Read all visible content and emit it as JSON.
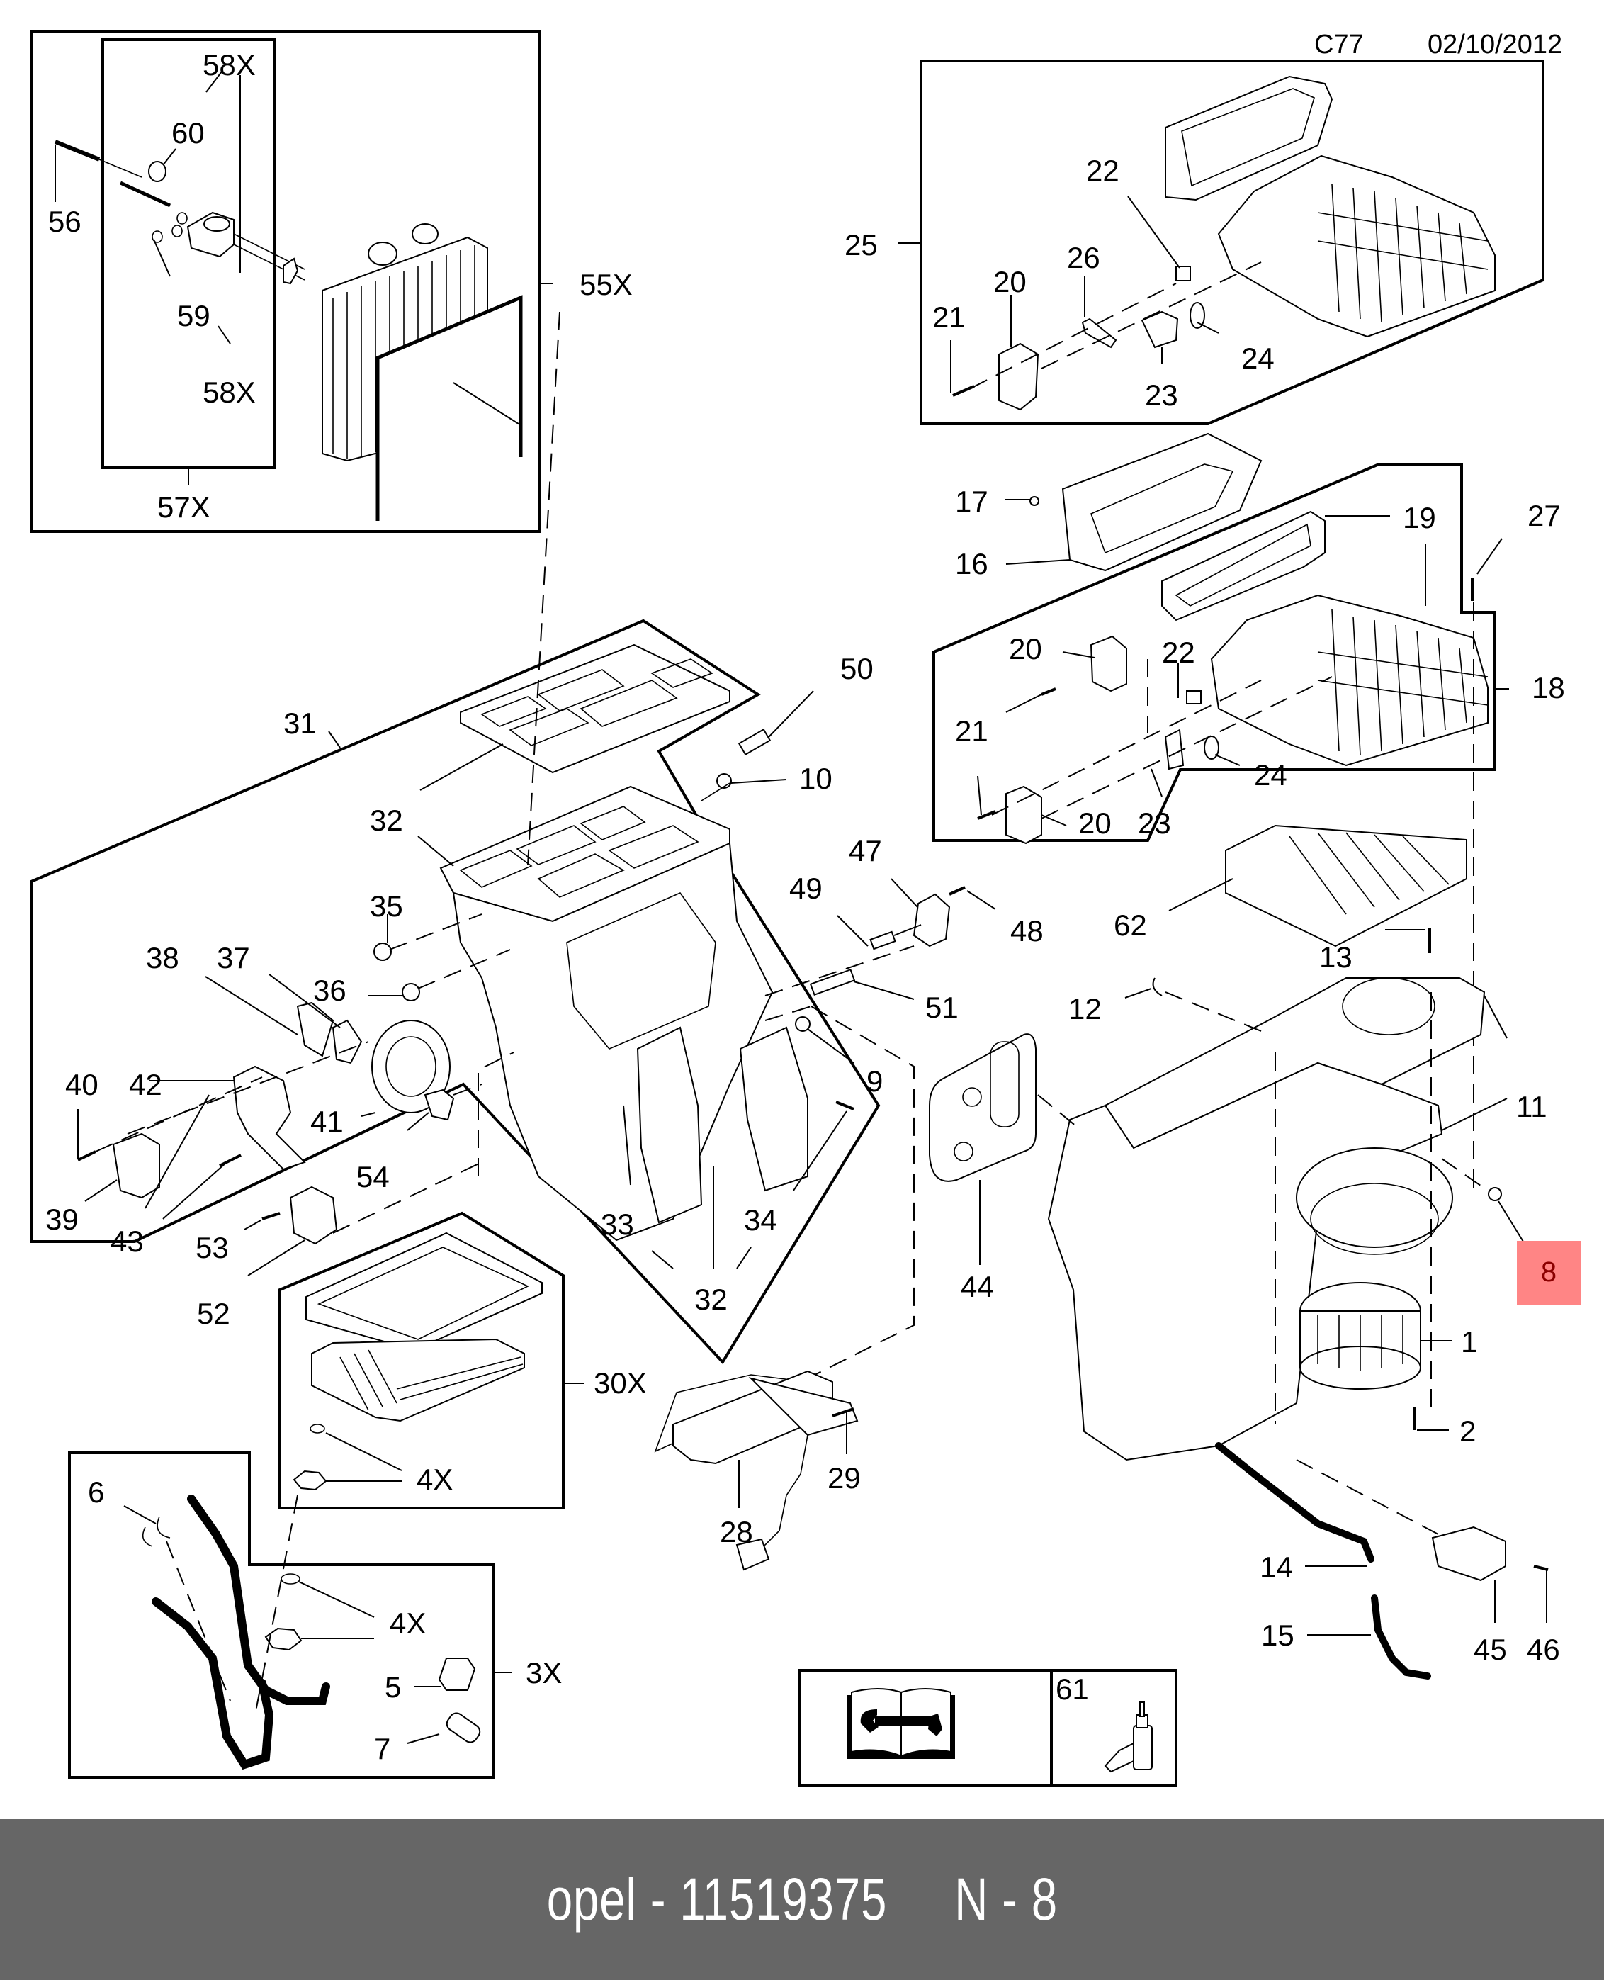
{
  "header": {
    "code": "C77",
    "date": "02/10/2012"
  },
  "highlight": {
    "label": "8",
    "fill": "#ff8585",
    "text_color": "#8b0000"
  },
  "footer": {
    "brand": "opel",
    "separator": " - ",
    "part_number": "11519375",
    "position_label": "N - 8",
    "bg": "#666666"
  },
  "callouts": {
    "c58x_top": "58X",
    "c60": "60",
    "c56": "56",
    "c59": "59",
    "c58x_bot": "58X",
    "c57x": "57X",
    "c55x": "55X",
    "c22a": "22",
    "c25": "25",
    "c26": "26",
    "c20a": "20",
    "c21a": "21",
    "c24a": "24",
    "c23a": "23",
    "c17": "17",
    "c16": "16",
    "c19": "19",
    "c27": "27",
    "c18": "18",
    "c20b": "20",
    "c22b": "22",
    "c21b": "21",
    "c24b": "24",
    "c20c": "20",
    "c23b": "23",
    "c62": "62",
    "c13": "13",
    "c12": "12",
    "c11": "11",
    "c8": "8",
    "c44": "44",
    "c1": "1",
    "c2": "2",
    "c14": "14",
    "c15": "15",
    "c45": "45",
    "c46": "46",
    "c31": "31",
    "c50": "50",
    "c10": "10",
    "c32a": "32",
    "c35": "35",
    "c47": "47",
    "c49": "49",
    "c48": "48",
    "c38": "38",
    "c37": "37",
    "c36": "36",
    "c51": "51",
    "c40": "40",
    "c42": "42",
    "c41": "41",
    "c9": "9",
    "c39": "39",
    "c43": "43",
    "c54": "54",
    "c53": "53",
    "c52": "52",
    "c33": "33",
    "c34": "34",
    "c32b": "32",
    "c30x": "30X",
    "c4x_a": "4X",
    "c6": "6",
    "c4x_b": "4X",
    "c5": "5",
    "c3x": "3X",
    "c7": "7",
    "c28": "28",
    "c29": "29",
    "c61": "61"
  }
}
